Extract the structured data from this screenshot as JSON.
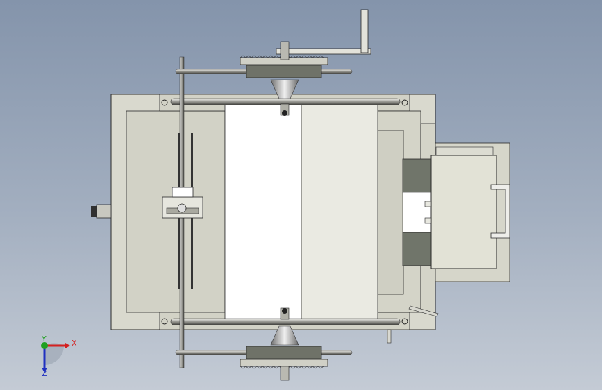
{
  "viewport": {
    "background_top": "#8494ab",
    "background_bottom": "#c4cbd5"
  },
  "model": {
    "frame_color": "#d8d8cc",
    "frame_stroke": "#2a2a2a",
    "dark_block_color": "#6f7268",
    "light_panel_color": "#ffffff"
  },
  "triad": {
    "x_label": "X",
    "y_label": "Y",
    "z_label": "Z",
    "x_color": "#d42020",
    "y_color": "#20a020",
    "z_color": "#2030c0"
  }
}
